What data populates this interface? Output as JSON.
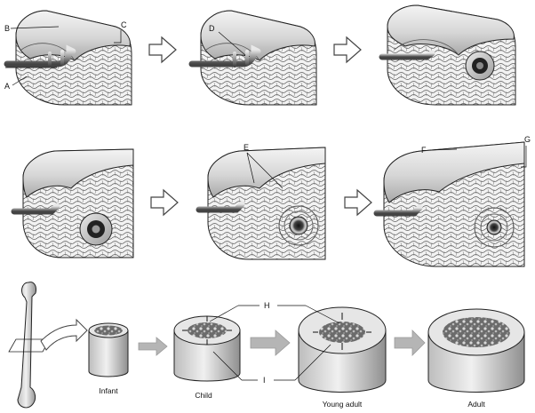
{
  "stage_labels": {
    "a": "A",
    "b": "B",
    "c": "C",
    "d": "D",
    "e": "E",
    "f": "F",
    "g": "G",
    "h": "H",
    "i": "I"
  },
  "growth_captions": [
    "Infant",
    "Child",
    "Young adult",
    "Adult"
  ]
}
